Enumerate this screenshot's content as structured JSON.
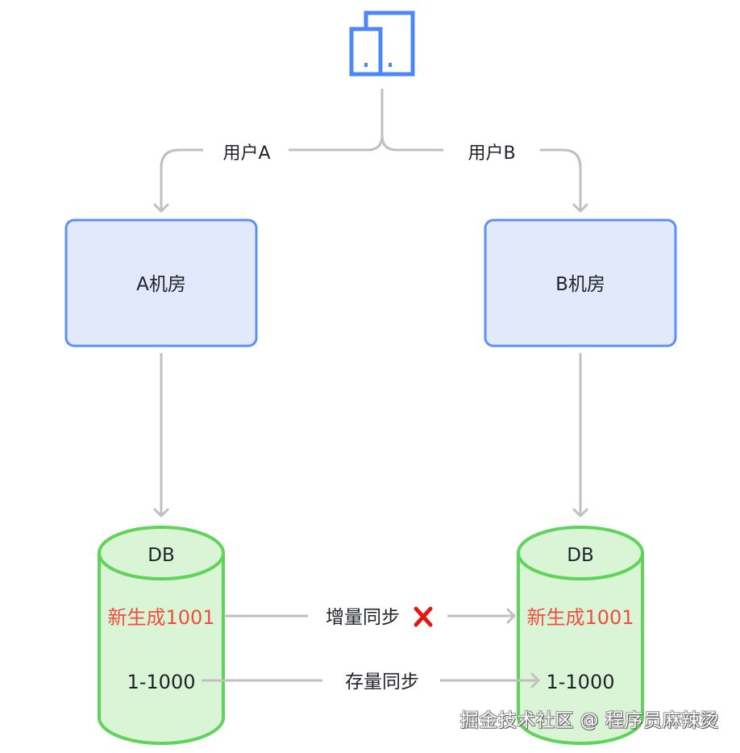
{
  "diagram": {
    "colors": {
      "node_fill": "#e1e9fb",
      "node_stroke": "#5b8ff9",
      "db_fill": "#d9f5d6",
      "db_stroke": "#5fd35a",
      "edge": "#c0c0c0",
      "text": "#1f2329",
      "alert_text": "#f04d41",
      "cross": "#e8160e",
      "device_icon": "#4d86f5"
    },
    "top_icon": "devices-icon",
    "edges": {
      "user_a": "用户A",
      "user_b": "用户B",
      "incremental_sync": "增量同步",
      "incremental_sync_status": "✕",
      "full_sync": "存量同步"
    },
    "nodes": {
      "room_a": "A机房",
      "room_b": "B机房"
    },
    "databases": [
      {
        "title": "DB",
        "new_record": "新生成1001",
        "records": "1-1000"
      },
      {
        "title": "DB",
        "new_record": "新生成1001",
        "records": "1-1000"
      }
    ]
  },
  "watermark": "掘金技术社区 @ 程序员麻辣烫"
}
